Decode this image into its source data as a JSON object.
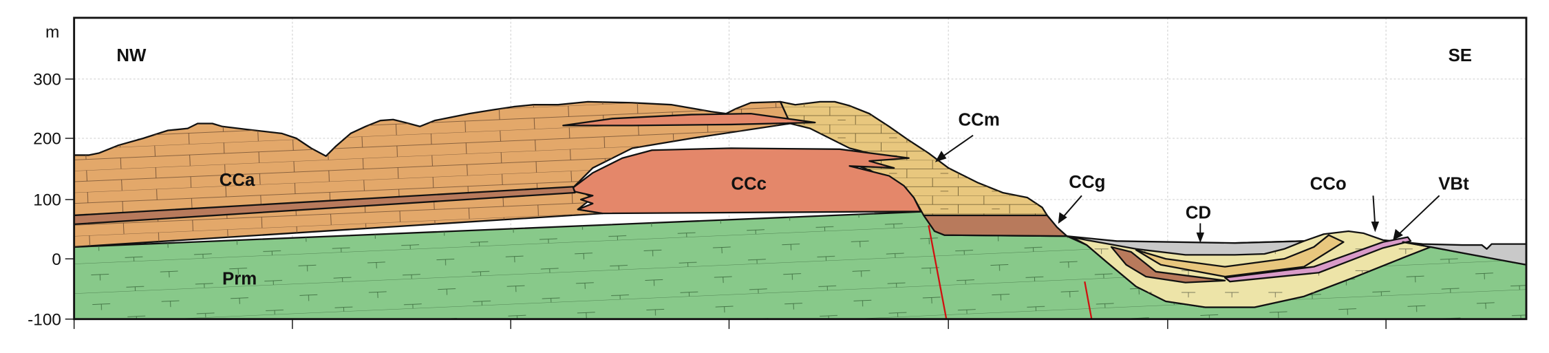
{
  "axis": {
    "unit": "m",
    "y_ticks": [
      "300",
      "200",
      "100",
      "0",
      "-100"
    ],
    "y_range_m": [
      -100,
      400
    ]
  },
  "orientation": {
    "left": "NW",
    "right": "SE"
  },
  "units": {
    "CCa": "CCa",
    "CCc": "CCc",
    "CCm": "CCm",
    "CCg": "CCg",
    "CD": "CD",
    "CCo": "CCo",
    "VBt": "VBt",
    "Prm": "Prm"
  },
  "colors": {
    "CCa": "#E3A86A",
    "CCc": "#E4876A",
    "CCm": "#E8C77E",
    "CCg": "#B87A5C",
    "CCo": "#EDE4A8",
    "VBt": "#D99BC8",
    "CD": "#C9C9C9",
    "Prm": "#88C98A",
    "fault": "#D01010"
  }
}
